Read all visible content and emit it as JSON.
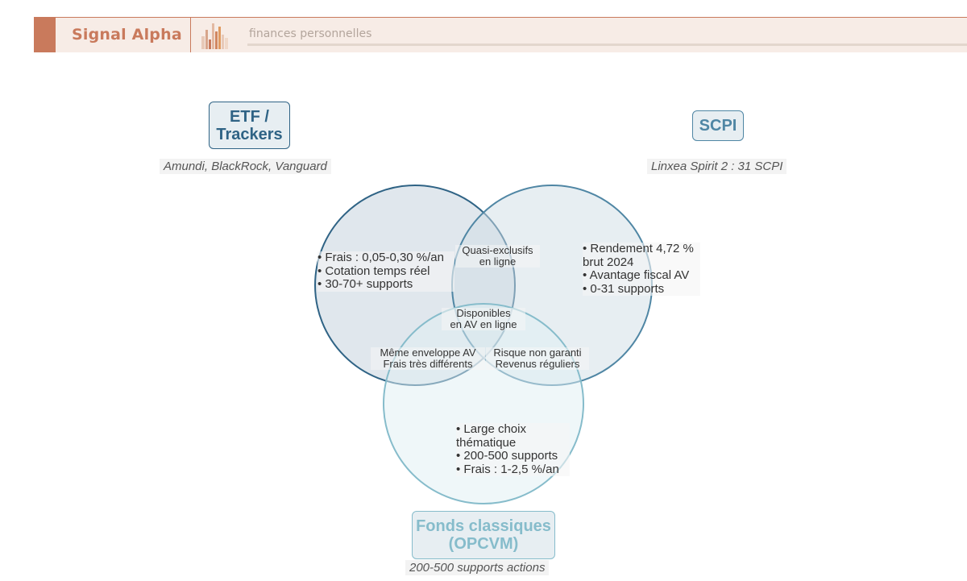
{
  "header": {
    "brand": "Signal Alpha",
    "tagline": "finances personnelles",
    "logo_icon": "bar-chart-icon",
    "accent": "#c97a5c"
  },
  "sets": {
    "etf": {
      "title": "ETF /\nTrackers",
      "subtitle": "Amundi, BlackRock, Vanguard",
      "items": "• Frais : 0,05-0,30 %/an\n• Cotation temps réel\n• 30-70+ supports",
      "color": "#2f6385"
    },
    "scpi": {
      "title": "SCPI",
      "subtitle": "Linxea Spirit 2 : 31 SCPI",
      "items": "• Rendement 4,72 %\nbrut 2024\n• Avantage fiscal AV\n• 0-31 supports",
      "color": "#4f86a4"
    },
    "fonds": {
      "title": "Fonds classiques\n(OPCVM)",
      "subtitle": "200-500 supports actions",
      "items": "• Large choix\nthématique\n• 200-500 supports\n• Frais : 1-2,5 %/an",
      "color": "#86bccb"
    }
  },
  "intersections": {
    "etf_scpi": "Quasi-exclusifs\nen ligne",
    "etf_fonds": "Même enveloppe AV\nFrais très différents",
    "scpi_fonds": "Risque non garanti\nRevenus réguliers",
    "all": "Disponibles\nen AV en ligne"
  }
}
